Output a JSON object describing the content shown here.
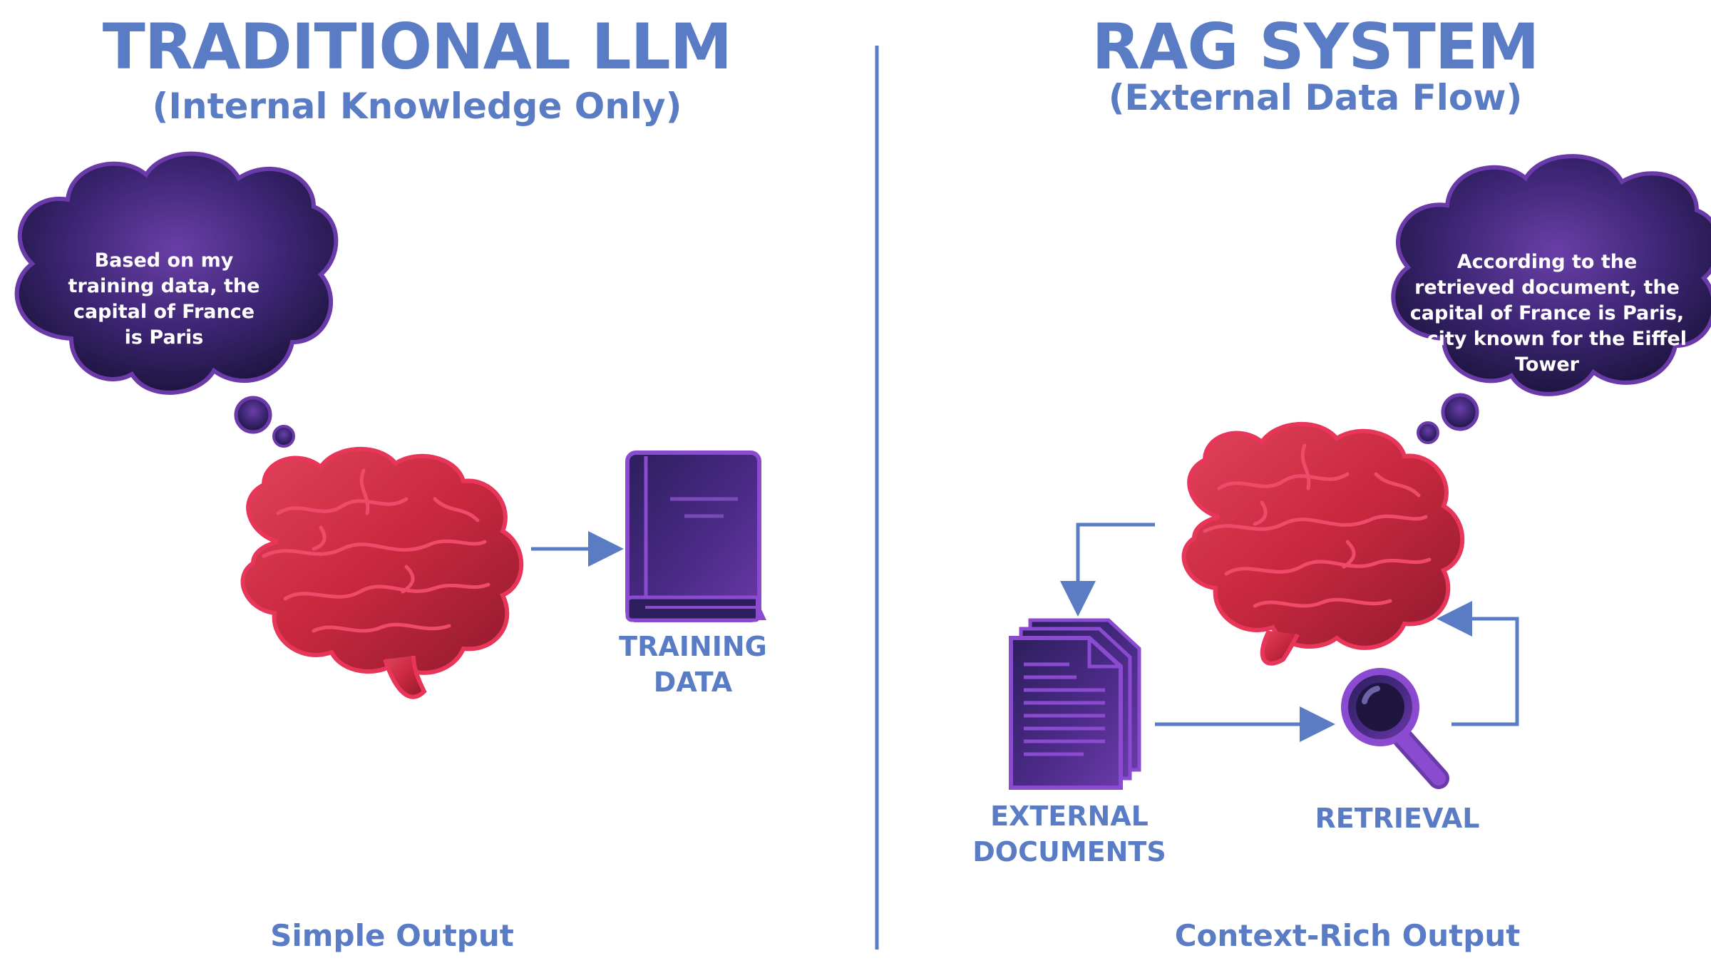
{
  "left": {
    "title": "TRADITIONAL LLM",
    "subtitle": "(Internal Knowledge Only)",
    "thought": "Based on my training data, the capital of France is Paris",
    "book_label_line1": "TRAINING",
    "book_label_line2": "DATA",
    "footer": "Simple Output"
  },
  "right": {
    "title": "RAG SYSTEM",
    "subtitle": "(External Data Flow)",
    "thought": "According to the retrieved document, the capital of France is Paris, a city known for the Eiffel Tower",
    "documents_label_line1": "EXTERNAL",
    "documents_label_line2": "DOCUMENTS",
    "retrieval_label": "RETRIEVAL",
    "footer": "Context-Rich Output"
  },
  "colors": {
    "accent_blue": "#5a7cc4",
    "brain_red": "#d42a45",
    "icon_purple": "#4a2a86",
    "bubble_dark": "#2a1c52"
  },
  "icons": [
    "brain-icon",
    "book-icon",
    "documents-icon",
    "magnifier-icon",
    "thought-bubble-icon",
    "arrow-icon"
  ]
}
